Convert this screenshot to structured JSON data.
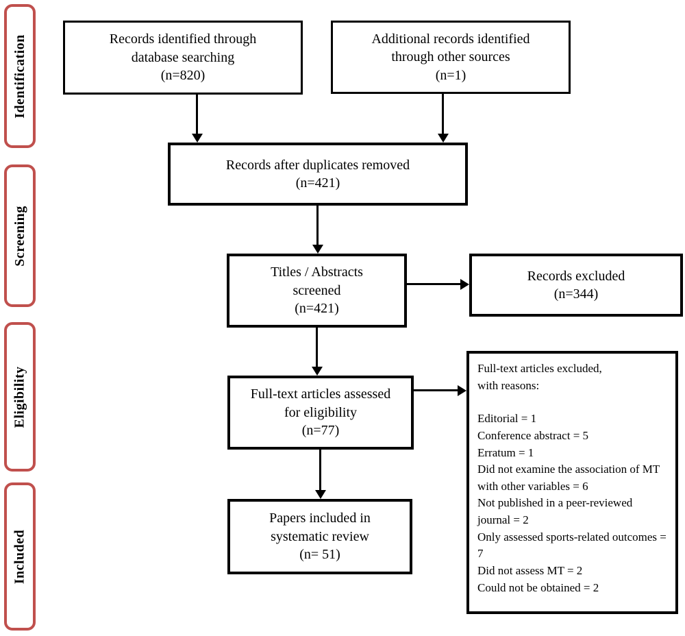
{
  "colors": {
    "stage_border": "#c0504d",
    "box_border": "#000000",
    "text": "#000000",
    "background": "#ffffff"
  },
  "stages": [
    {
      "label": "Identification"
    },
    {
      "label": "Screening"
    },
    {
      "label": "Eligibility"
    },
    {
      "label": "Included"
    }
  ],
  "boxes": {
    "records_identified": {
      "lines": [
        "Records identified through",
        "database searching",
        "(n=820)"
      ]
    },
    "additional_records": {
      "lines": [
        "Additional records identified",
        "through other sources",
        "(n=1)"
      ]
    },
    "duplicates_removed": {
      "lines": [
        "Records after duplicates removed",
        "(n=421)"
      ]
    },
    "titles_abstracts_screened": {
      "lines": [
        "Titles / Abstracts",
        "screened",
        "(n=421)"
      ]
    },
    "records_excluded": {
      "lines": [
        "Records excluded",
        "(n=344)"
      ]
    },
    "fulltext_assessed": {
      "lines": [
        "Full-text articles assessed",
        "for eligibility",
        "(n=77)"
      ]
    },
    "fulltext_excluded": {
      "header": [
        "Full-text articles excluded,",
        "with reasons:"
      ],
      "reasons": [
        "Editorial = 1",
        "Conference abstract = 5",
        "Erratum = 1",
        "Did not examine the association of MT with other variables = 6",
        "Not published in a peer-reviewed journal = 2",
        "Only assessed sports-related outcomes = 7",
        "Did not assess MT = 2",
        "Could not be obtained = 2"
      ]
    },
    "papers_included": {
      "lines": [
        "Papers included in",
        "systematic review",
        "(n= 51)"
      ]
    }
  }
}
